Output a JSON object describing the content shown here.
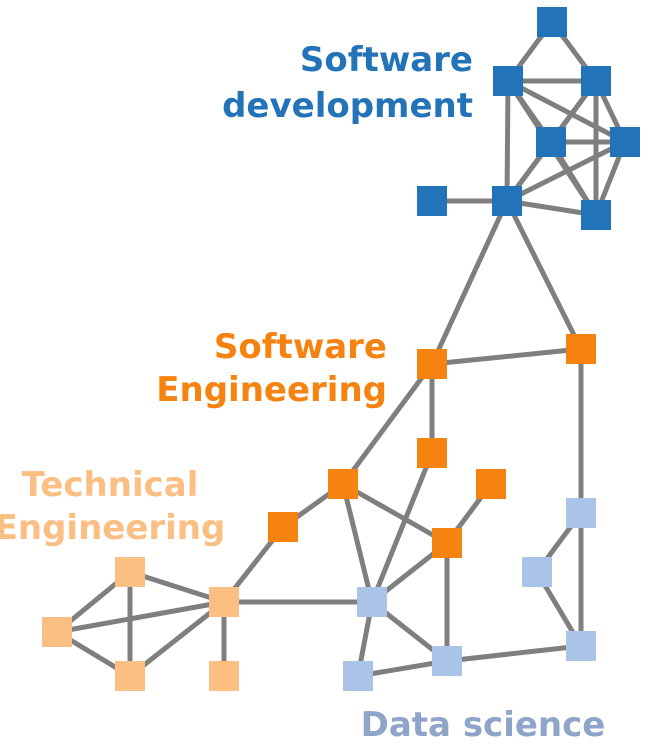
{
  "colors": {
    "edge": "#7f7f7f",
    "software_development": "#2373b9",
    "software_engineering": "#f6820f",
    "technical_engineering": "#fbbf84",
    "data_science": "#a9c4e6",
    "data_science_label": "#8ea4c8"
  },
  "labels": {
    "software_development_line1": "Software",
    "software_development_line2": "development",
    "software_engineering_line1": "Software",
    "software_engineering_line2": "Engineering",
    "technical_engineering_line1": "Technical",
    "technical_engineering_line2": "Engineering",
    "data_science": "Data science"
  },
  "clusters": [
    "software_development",
    "software_engineering",
    "technical_engineering",
    "data_science"
  ],
  "nodes": [
    {
      "id": "sd1",
      "cluster": "software_development"
    },
    {
      "id": "sd2",
      "cluster": "software_development"
    },
    {
      "id": "sd3",
      "cluster": "software_development"
    },
    {
      "id": "sd4",
      "cluster": "software_development"
    },
    {
      "id": "sd5",
      "cluster": "software_development"
    },
    {
      "id": "sd6",
      "cluster": "software_development"
    },
    {
      "id": "sd7",
      "cluster": "software_development"
    },
    {
      "id": "sd8",
      "cluster": "software_development"
    },
    {
      "id": "se1",
      "cluster": "software_engineering"
    },
    {
      "id": "se2",
      "cluster": "software_engineering"
    },
    {
      "id": "se3",
      "cluster": "software_engineering"
    },
    {
      "id": "se4",
      "cluster": "software_engineering"
    },
    {
      "id": "se5",
      "cluster": "software_engineering"
    },
    {
      "id": "se6",
      "cluster": "software_engineering"
    },
    {
      "id": "se7",
      "cluster": "software_engineering"
    },
    {
      "id": "te1",
      "cluster": "technical_engineering"
    },
    {
      "id": "te2",
      "cluster": "technical_engineering"
    },
    {
      "id": "te3",
      "cluster": "technical_engineering"
    },
    {
      "id": "te4",
      "cluster": "technical_engineering"
    },
    {
      "id": "te5",
      "cluster": "technical_engineering"
    },
    {
      "id": "ds1",
      "cluster": "data_science"
    },
    {
      "id": "ds2",
      "cluster": "data_science"
    },
    {
      "id": "ds3",
      "cluster": "data_science"
    },
    {
      "id": "ds4",
      "cluster": "data_science"
    },
    {
      "id": "ds5",
      "cluster": "data_science"
    },
    {
      "id": "ds6",
      "cluster": "data_science"
    }
  ],
  "edges": [
    [
      "sd1",
      "sd2"
    ],
    [
      "sd1",
      "sd3"
    ],
    [
      "sd2",
      "sd3"
    ],
    [
      "sd2",
      "sd4"
    ],
    [
      "sd2",
      "sd5"
    ],
    [
      "sd2",
      "sd7"
    ],
    [
      "sd2",
      "sd8"
    ],
    [
      "sd3",
      "sd4"
    ],
    [
      "sd3",
      "sd5"
    ],
    [
      "sd3",
      "sd7"
    ],
    [
      "sd3",
      "sd8"
    ],
    [
      "sd4",
      "sd5"
    ],
    [
      "sd4",
      "sd7"
    ],
    [
      "sd4",
      "sd8"
    ],
    [
      "sd5",
      "sd7"
    ],
    [
      "sd5",
      "sd8"
    ],
    [
      "sd6",
      "sd7"
    ],
    [
      "sd7",
      "sd8"
    ],
    [
      "sd7",
      "se1"
    ],
    [
      "sd7",
      "se2"
    ],
    [
      "se1",
      "se2"
    ],
    [
      "se1",
      "se3"
    ],
    [
      "se1",
      "se4"
    ],
    [
      "se3",
      "ds1"
    ],
    [
      "se4",
      "se5"
    ],
    [
      "se4",
      "se6"
    ],
    [
      "se4",
      "ds1"
    ],
    [
      "se5",
      "te4"
    ],
    [
      "se6",
      "se7"
    ],
    [
      "se6",
      "ds1"
    ],
    [
      "se6",
      "ds4"
    ],
    [
      "te1",
      "te2"
    ],
    [
      "te1",
      "te3"
    ],
    [
      "te1",
      "te4"
    ],
    [
      "te2",
      "te3"
    ],
    [
      "te2",
      "te4"
    ],
    [
      "te3",
      "te4"
    ],
    [
      "te4",
      "te5"
    ],
    [
      "te4",
      "ds1"
    ],
    [
      "ds1",
      "ds3"
    ],
    [
      "ds1",
      "ds4"
    ],
    [
      "ds4",
      "ds3"
    ],
    [
      "ds4",
      "ds6"
    ],
    [
      "ds6",
      "ds2"
    ],
    [
      "ds2",
      "se2"
    ],
    [
      "ds2",
      "ds5"
    ],
    [
      "ds5",
      "ds6"
    ]
  ]
}
